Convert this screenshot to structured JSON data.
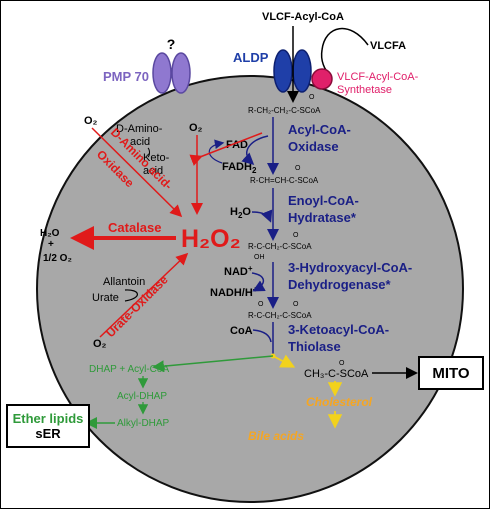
{
  "membrane": {
    "vlcf_acyl_coa": "VLCF-Acyl-CoA",
    "vlcfa": "VLCFA",
    "aldp": "ALDP",
    "pmp70": "PMP 70",
    "pmp_question": "?",
    "synthetase_line1": "VLCF-Acyl-CoA-",
    "synthetase_line2": "Synthetase"
  },
  "beta_oxidation": {
    "acyl_coa_oxidase_line1": "Acyl-CoA-",
    "acyl_coa_oxidase_line2": "Oxidase",
    "enoyl_line1": "Enoyl-CoA-",
    "enoyl_line2": "Hydratase*",
    "hydroxyacyl_line1": "3-Hydroxyacyl-CoA-",
    "hydroxyacyl_line2": "Dehydrogenase*",
    "ketoacyl_line1": "3-Ketoacyl-CoA-",
    "ketoacyl_line2": "Thiolase",
    "fad": "FAD",
    "fadh2": "FADH",
    "fadh2_sub": "2",
    "h2o": "H",
    "h2o_sub": "2",
    "h2o_o": "O",
    "nad": "NAD",
    "nad_sup": "+",
    "nadh": "NADH/H",
    "nadh_sup": "+",
    "coa": "CoA",
    "formula1": "R-CH₂-CH₂-C-SCoA",
    "formula2": "R-CH=CH-C-SCoA",
    "formula3": "R-C-CH₂-C-SCoA",
    "formula3_oh": "OH",
    "formula4": "R-C-CH₂-C-SCoA",
    "oxo": "O",
    "acetyl": "CH₃-C-SCoA"
  },
  "peroxide": {
    "o2_a": "O₂",
    "o2_b": "O₂",
    "o2_c": "O₂",
    "d_amino_acid_line1": "D-Amino-",
    "d_amino_acid_line2": "acid",
    "keto_acid_line1": "Keto-",
    "keto_acid_line2": "acid",
    "d_amino_oxidase_line1": "D-Amino acid-",
    "d_amino_oxidase_line2": "Oxidase",
    "h2o2": "H₂O₂",
    "catalase": "Catalase",
    "out_h2o": "H₂O",
    "out_plus": "+",
    "out_half_o2": "1/2 O₂",
    "allantoin": "Allantoin",
    "urate": "Urate",
    "urate_oxidase": "Urate-Oxidase"
  },
  "ether": {
    "dhap_acyl": "DHAP + Acyl-CoA",
    "acyl_dhap": "Acyl-DHAP",
    "alkyl_dhap": "Alkyl-DHAP",
    "box_line1": "Ether lipids",
    "box_line2": "sER"
  },
  "products": {
    "cholesterol": "Cholesterol",
    "bile_acids": "Bile acids",
    "mito": "MITO"
  },
  "colors": {
    "membrane_fill": "#a8a8a8",
    "navy": "#1a1f86",
    "red": "#e01a1a",
    "green": "#2f9a3a",
    "orange": "#f5a623",
    "pink": "#e0206a",
    "purple": "#7c64c0",
    "aldp_blue": "#1f3fa8"
  }
}
